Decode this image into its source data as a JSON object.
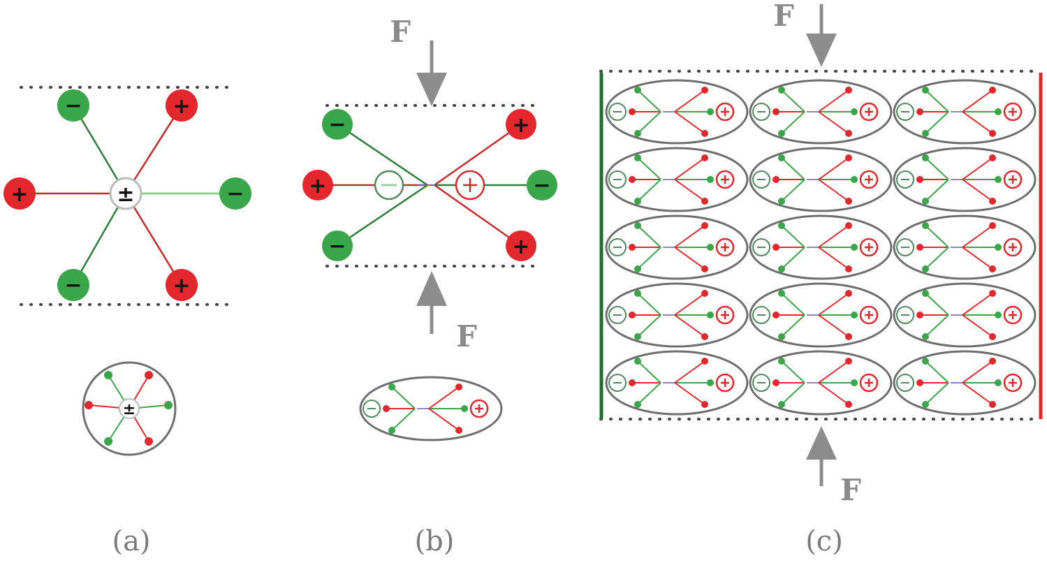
{
  "colors": {
    "positive": "#e3272d",
    "negative": "#3aa64a",
    "dark_negative": "#1f6e30",
    "outline": "#6e6e6e",
    "arrow": "#8c8c8c",
    "dots": "#444444",
    "text": "#8a8a8a"
  },
  "symbols": {
    "plus": "+",
    "minus": "−",
    "plus_minus": "±"
  },
  "panels": [
    {
      "id": "a",
      "caption": "(a)"
    },
    {
      "id": "b",
      "caption": "(b)",
      "force_labels": [
        "F",
        "F"
      ]
    },
    {
      "id": "c",
      "caption": "(c)",
      "force_labels": [
        "F",
        "F"
      ],
      "grid_rows": 5,
      "grid_cols": 3
    }
  ]
}
